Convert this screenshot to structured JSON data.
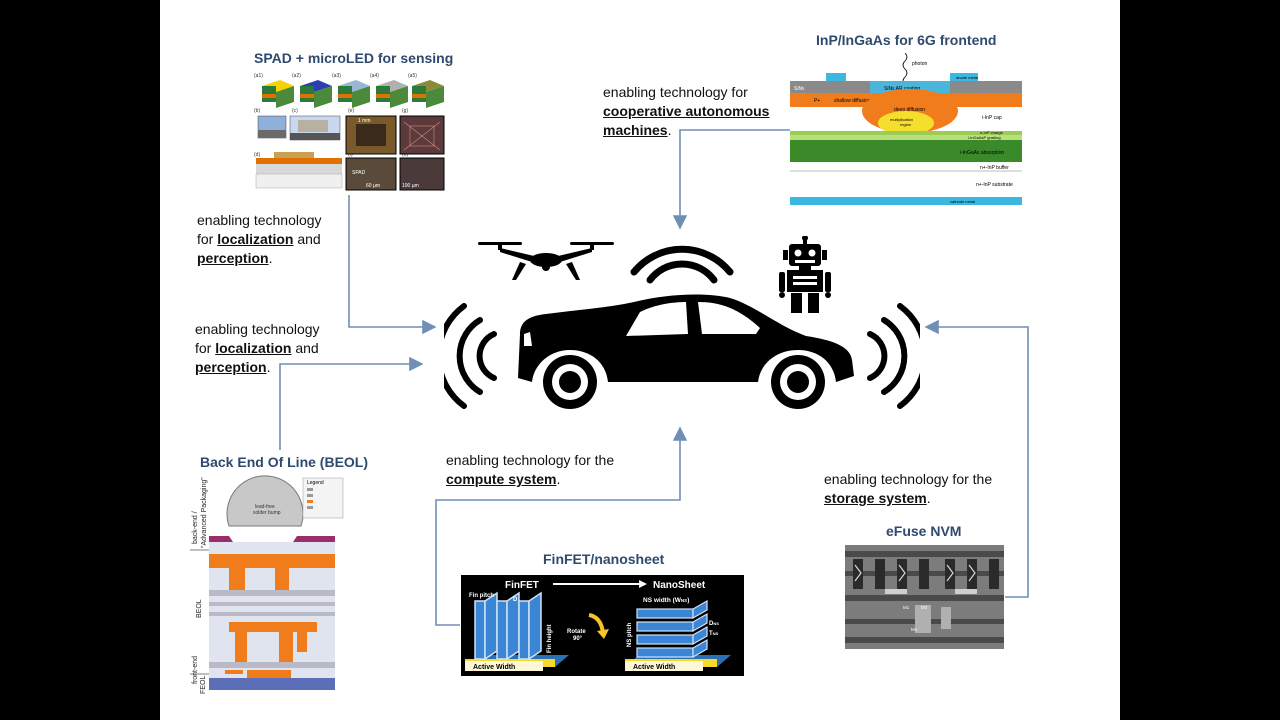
{
  "titles": {
    "spad": "SPAD + microLED for sensing",
    "inp": "InP/InGaAs for 6G frontend",
    "beol": "Back End Of Line (BEOL)",
    "finfet": "FinFET/nanosheet",
    "efuse": "eFuse NVM"
  },
  "captions": {
    "coop": {
      "prefix": "enabling technology for",
      "emph1": "cooperative autonomous",
      "emph2": "machines",
      "suffix": "."
    },
    "loc_top": {
      "line1": "enabling technology",
      "for": "for",
      "emph1": "localization",
      "and": "and",
      "emph2": "perception",
      "suffix": "."
    },
    "loc_mid": {
      "line1": "enabling technology",
      "for": "for",
      "emph1": "localization",
      "and": "and",
      "emph2": "perception",
      "suffix": "."
    },
    "compute": {
      "prefix": "enabling technology for the",
      "emph": "compute system",
      "suffix": "."
    },
    "storage": {
      "prefix": "enabling technology for the",
      "emph": "storage system",
      "suffix": "."
    }
  },
  "finfet_image": {
    "left_label": "FinFET",
    "right_label": "NanoSheet",
    "fin_pitch": "Fin pitch",
    "fin_height": "Fin height",
    "dfin": "D",
    "rotate": "Rotate",
    "rotate_deg": "90°",
    "ns_width": "NS width (W",
    "ns_width_sub": "NS",
    "ns_width_close": ")",
    "ns_pitch": "NS pitch",
    "dns": "D",
    "dns_sub": "NS",
    "tns": "T",
    "tns_sub": "NS",
    "active_width": "Active Width"
  },
  "inp_image": {
    "photon": "photon",
    "sinx": "SiNx",
    "ar": "SiNx AR coating",
    "anode": "anode metal",
    "p": "P+",
    "diffusion": "shallow diffusion",
    "deep": "deep diffusion",
    "mult1": "multiplication",
    "mult2": "region",
    "cap": "i-InP cap",
    "charge": "n-InP charge",
    "grading": "i-InGaAsP grading",
    "absorption": "i-InGaAs absorption",
    "buffer": "n+-InP buffer",
    "substrate": "n+-InP substrate",
    "cathode": "cathode metal"
  },
  "beol_image": {
    "backend1": "back-end /",
    "backend2": "\"Advanced Packaging\"",
    "beol": "BEOL",
    "frontend": "front-end",
    "feol": "FEOL",
    "bump1": "lead-free",
    "bump2": "solder bump",
    "legend": "Legend"
  },
  "spad_image": {
    "labels": [
      "(a1)",
      "(a2)",
      "(a3)",
      "(a4)",
      "(a5)",
      "(b)",
      "(c)",
      "(d)",
      "(e)",
      "(f)",
      "(g)",
      "(h)"
    ],
    "scale1": "1 mm",
    "scale2": "60 µm",
    "spad": "SPAD",
    "scale3": "100 µm"
  },
  "efuse_image": {
    "tags": [
      "M1",
      "M1",
      "M2"
    ]
  },
  "colors": {
    "title": "#2e4a6f",
    "arrow": "#6f8fb5",
    "orange": "#f07c1c",
    "icon": "#000000"
  },
  "icons": [
    "drone-icon",
    "wireless-signal-icon",
    "robot-icon",
    "car-icon",
    "radar-waves-left-icon",
    "radar-waves-right-icon"
  ]
}
